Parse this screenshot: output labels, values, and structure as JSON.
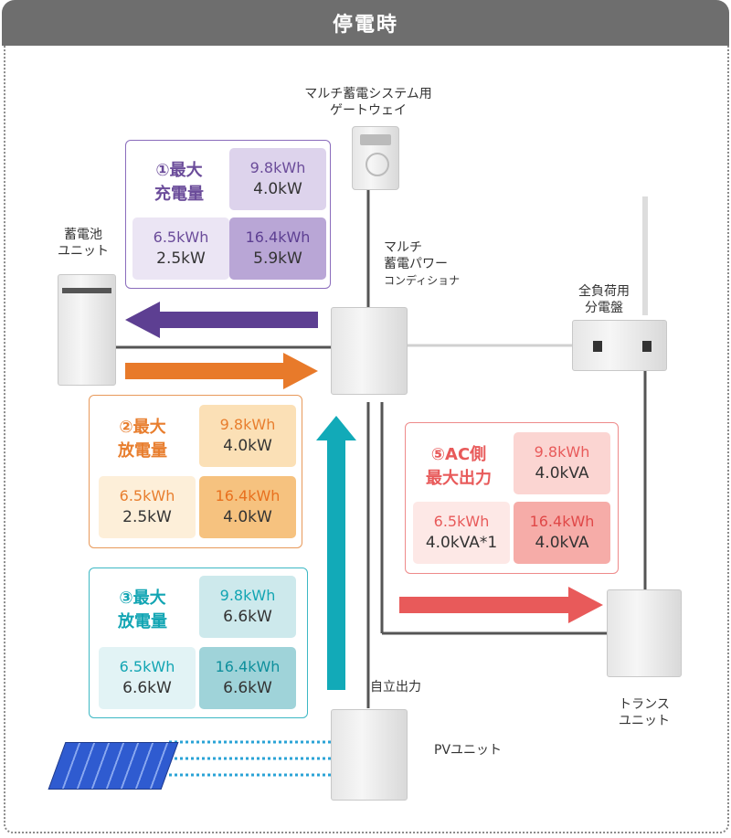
{
  "header": {
    "title": "停電時"
  },
  "labels": {
    "gateway_line1": "マルチ蓄電システム用",
    "gateway_line2": "ゲートウェイ",
    "battery_line1": "蓄電池",
    "battery_line2": "ユニット",
    "pcs_line1": "マルチ",
    "pcs_line2": "蓄電パワー",
    "pcs_line3": "コンディショナ",
    "panel_line1": "全負荷用",
    "panel_line2": "分電盤",
    "independent_output": "自立出力",
    "pv_unit": "PVユニット",
    "trans_line1": "トランス",
    "trans_line2": "ユニット"
  },
  "box1": {
    "title_line1": "①最大",
    "title_line2": "充電量",
    "color": "#6b4c9a",
    "cells": [
      {
        "cap": "9.8kWh",
        "val": "4.0kW"
      },
      {
        "cap": "6.5kWh",
        "val": "2.5kW"
      },
      {
        "cap": "16.4kWh",
        "val": "5.9kW"
      }
    ]
  },
  "box2": {
    "title_line1": "②最大",
    "title_line2": "放電量",
    "color": "#e87e2e",
    "cells": [
      {
        "cap": "9.8kWh",
        "val": "4.0kW"
      },
      {
        "cap": "6.5kWh",
        "val": "2.5kW"
      },
      {
        "cap": "16.4kWh",
        "val": "4.0kW"
      }
    ]
  },
  "box3": {
    "title_line1": "③最大",
    "title_line2": "放電量",
    "color": "#12a5b3",
    "cells": [
      {
        "cap": "9.8kWh",
        "val": "6.6kW"
      },
      {
        "cap": "6.5kWh",
        "val": "6.6kW"
      },
      {
        "cap": "16.4kWh",
        "val": "6.6kW"
      }
    ]
  },
  "box5": {
    "title_line1": "⑤AC側",
    "title_line2": "最大出力",
    "color": "#e85a5a",
    "cells": [
      {
        "cap": "9.8kWh",
        "val": "4.0kVA"
      },
      {
        "cap": "6.5kWh",
        "val": "4.0kVA*1"
      },
      {
        "cap": "16.4kWh",
        "val": "4.0kVA"
      }
    ]
  }
}
